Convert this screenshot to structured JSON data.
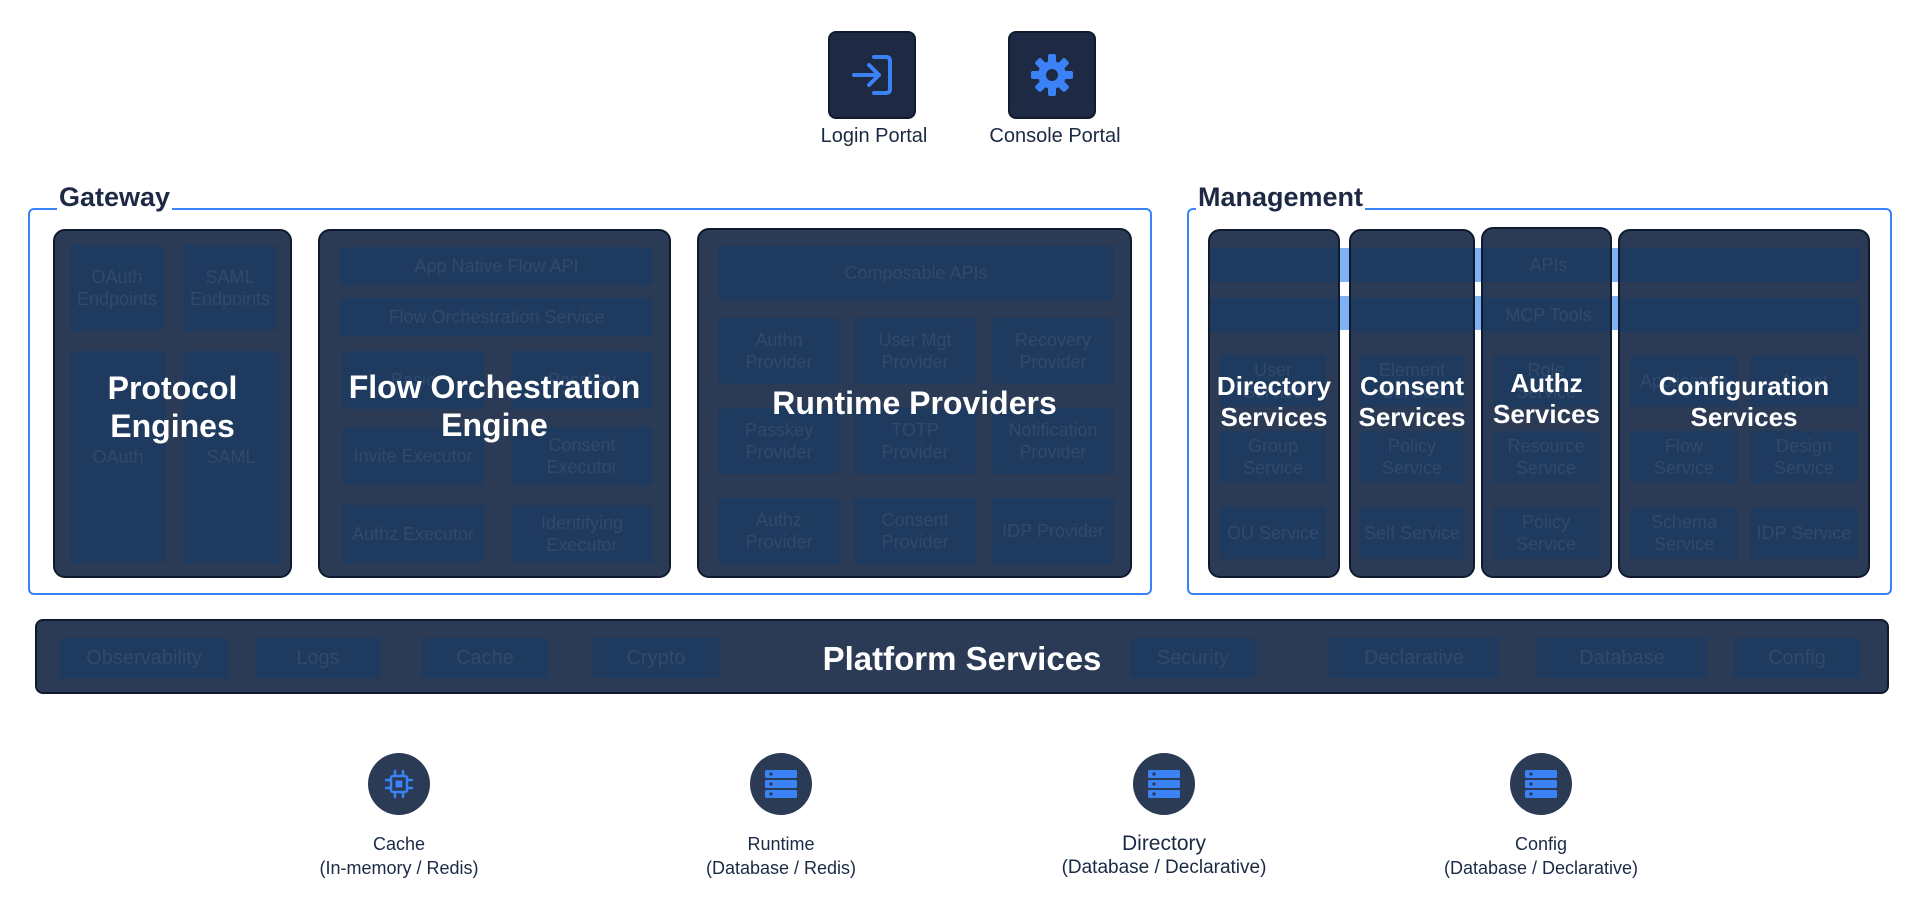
{
  "portals": [
    {
      "label": "Login Portal",
      "icon": "login-icon"
    },
    {
      "label": "Console Portal",
      "icon": "gear-icon"
    }
  ],
  "gateway": {
    "title": "Gateway",
    "protocol": {
      "title_line1": "Protocol",
      "title_line2": "Engines",
      "items": [
        "OAuth Endpoints",
        "SAML Endpoints",
        "OAuth",
        "SAML"
      ]
    },
    "flow": {
      "title_line1": "Flow Orchestration",
      "title_line2": "Engine",
      "items": [
        "App Native Flow API",
        "Flow Orchestration Service",
        "Basic",
        "Passkey",
        "Invite Executor",
        "Consent Executor",
        "Authz Executor",
        "Identifying Executor"
      ]
    },
    "runtime": {
      "title": "Runtime Providers",
      "items": [
        "Composable APIs",
        "Authn Provider",
        "User Mgt Provider",
        "Recovery Provider",
        "Passkey Provider",
        "TOTP Provider",
        "Notification Provider",
        "Authz Provider",
        "Consent Provider",
        "IDP Provider"
      ]
    }
  },
  "management": {
    "title": "Management",
    "apis_label": "APIs",
    "mcp_label": "MCP Tools",
    "directory": {
      "title_line1": "Directory",
      "title_line2": "Services",
      "items": [
        "User Service",
        "Group Service",
        "OU Service"
      ]
    },
    "consent": {
      "title_line1": "Consent",
      "title_line2": "Services",
      "items": [
        "Element Service",
        "Policy Service",
        "Self Service"
      ]
    },
    "authz": {
      "title_line1": "Authz",
      "title_line2": "Services",
      "items": [
        "Role Service",
        "Resource Service",
        "Policy Service"
      ]
    },
    "config": {
      "title_line1": "Configuration",
      "title_line2": "Services",
      "items": [
        "Application",
        "Agent",
        "Flow Service",
        "Design Service",
        "Schema Service",
        "IDP Service"
      ]
    }
  },
  "platform": {
    "title": "Platform Services",
    "items": [
      "Observability",
      "Logs",
      "Cache",
      "Crypto",
      "Security",
      "Declarative",
      "Database",
      "Config"
    ]
  },
  "stores": [
    {
      "line1": "Cache",
      "line2": "(In-memory / Redis)",
      "icon": "chip-icon"
    },
    {
      "line1": "Runtime",
      "line2": "(Database / Redis)",
      "icon": "database-icon"
    },
    {
      "line1": "Directory",
      "line2": "(Database / Declarative)",
      "icon": "database-icon"
    },
    {
      "line1": "Config",
      "line2": "(Database / Declarative)",
      "icon": "database-icon"
    }
  ],
  "colors": {
    "accent": "#3b82f6",
    "block": "#2b3a55",
    "frame": "#3b82f6"
  }
}
